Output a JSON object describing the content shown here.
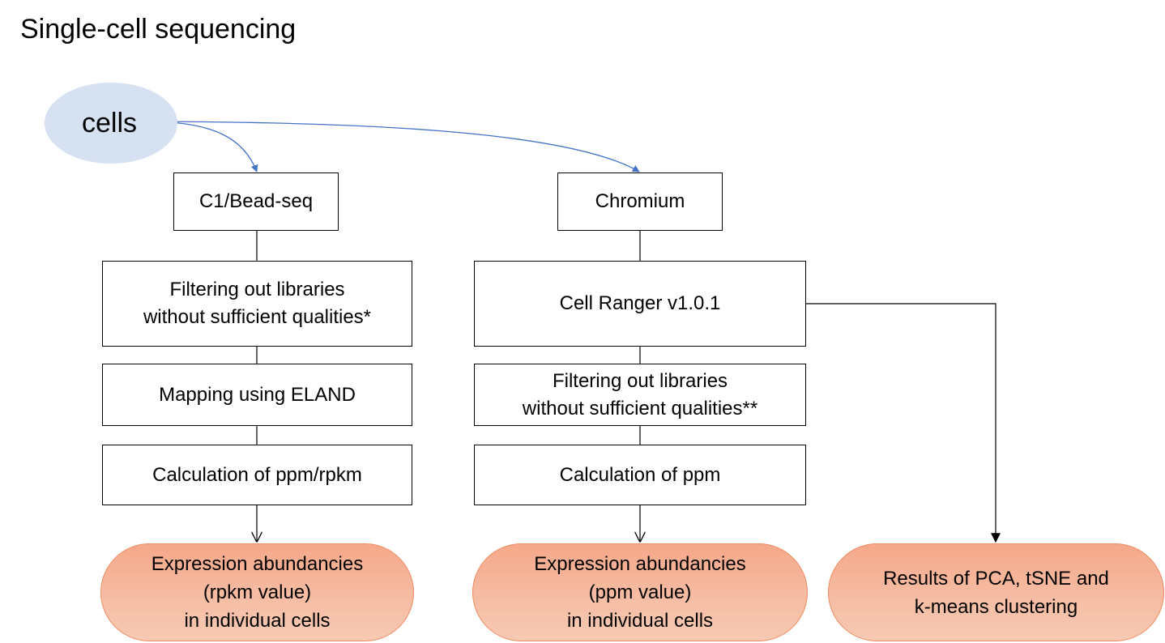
{
  "title": "Single-cell sequencing",
  "source_node": {
    "label": "cells"
  },
  "left_column": {
    "platform": "C1/Bead-seq",
    "steps": [
      [
        "Filtering out libraries",
        "without sufficient qualities*"
      ],
      [
        "Mapping using ELAND"
      ],
      [
        "Calculation of ppm/rpkm"
      ]
    ],
    "result": [
      "Expression abundancies",
      "(rpkm value)",
      "in individual cells"
    ]
  },
  "middle_column": {
    "platform": "Chromium",
    "steps": [
      [
        "Cell Ranger v1.0.1"
      ],
      [
        "Filtering out libraries",
        "without sufficient qualities**"
      ],
      [
        "Calculation of ppm"
      ]
    ],
    "result": [
      "Expression abundancies",
      "(ppm value)",
      "in individual cells"
    ]
  },
  "right_result": [
    "Results of PCA, tSNE and",
    "k-means clustering"
  ],
  "colors": {
    "ellipse_fill": "#d6e1f2",
    "curved_arrow": "#4472c4",
    "result_fill": "#f6b394",
    "result_border": "#ee8b62",
    "box_border": "#000000"
  }
}
